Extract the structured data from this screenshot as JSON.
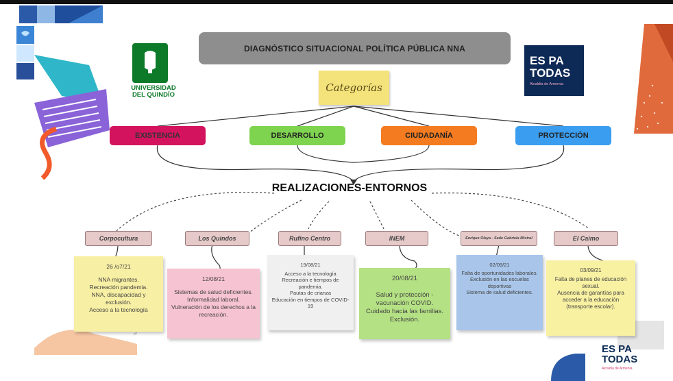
{
  "title": "DIAGNÓSTICO SITUACIONAL POLÍTICA PÚBLICA NNA",
  "categories_label": "Categorías",
  "categories": [
    "EXISTENCIA",
    "DESARROLLO",
    "CIUDADANÍA",
    "PROTECCIÓN"
  ],
  "category_colors": [
    "#d4135f",
    "#7ed34f",
    "#f47b20",
    "#3a9df0"
  ],
  "center_label": "REALIZACIONES-ENTORNOS",
  "university_logo": {
    "line1": "UNIVERSIDAD",
    "line2": "DEL QUINDÍO"
  },
  "esp_logo": {
    "top": "ES PA",
    "bottom": "TODAS",
    "sub": "Alcaldía de Armenia"
  },
  "places": [
    {
      "name": "Corpocultura",
      "date": "26 /o7/21",
      "lines": [
        "NNA migrantes.",
        "Recreación pandemia.",
        "NNA, discapacidad y exclusión.",
        "Acceso a la tecnología"
      ]
    },
    {
      "name": "Los Quindos",
      "date": "12/08/21",
      "lines": [
        "Sistemas de salud deficientes.",
        "Informalidad laboral.",
        "Vulneración de los derechos a la recreación."
      ]
    },
    {
      "name": "Rufino Centro",
      "date": "19/08/21",
      "lines": [
        "Acceso a la tecnología",
        "Recreación e tiempos de pandemia.",
        "Pautas de crianza",
        "Educación en tiempos de COVID-19"
      ]
    },
    {
      "name": "INEM",
      "date": "20/08/21",
      "lines": [
        "Salud y protección - vacunación COVID.",
        "Cuidado hacia las familias.",
        "Exclusión."
      ]
    },
    {
      "name": "Enrique Olaya - Sede Gabriela Mistral",
      "date": "02/09/21",
      "lines": [
        "Falta de oportunidades laborales.",
        "Exclusión en las escuelas deportivas",
        "Sistema de salud deficientes."
      ]
    },
    {
      "name": "El Caimo",
      "date": "03/09/21",
      "lines": [
        "Falta de planes de educación sexual.",
        "Ausencia de garantías para acceder a la educación (transporte escolar)."
      ]
    }
  ]
}
